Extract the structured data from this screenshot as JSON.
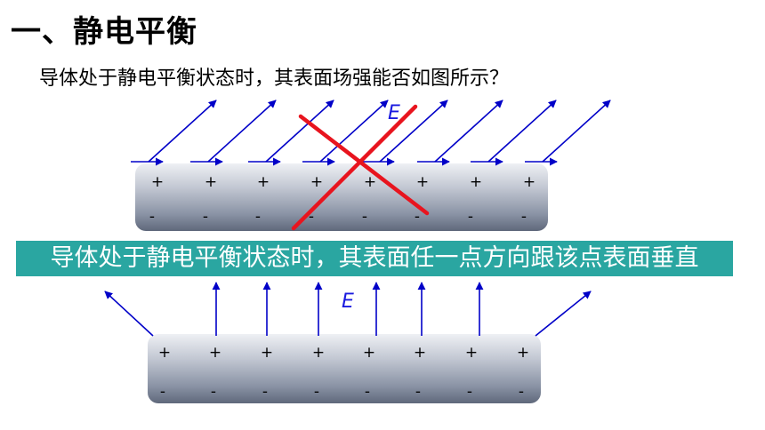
{
  "title": "一、静电平衡",
  "question": "导体处于静电平衡状态时，其表面场强能否如图所示？",
  "banner": "导体处于静电平衡状态时，其表面任一点方向跟该点表面垂直",
  "field_label": "E",
  "colors": {
    "field_lines": "#0000c8",
    "cross_mark": "#e8141e",
    "banner_bg": "#2aa6a1",
    "banner_text": "#ffffff"
  },
  "top_diagram": {
    "positive_charges": [
      "+",
      "+",
      "+",
      "+",
      "+",
      "+",
      "+",
      "+"
    ],
    "negative_charges": [
      "-",
      "-",
      "-",
      "-",
      "-",
      "-",
      "-",
      "-"
    ]
  },
  "bottom_diagram": {
    "positive_charges": [
      "+",
      "+",
      "+",
      "+",
      "+",
      "+",
      "+",
      "+"
    ],
    "negative_charges": [
      "-",
      "-",
      "-",
      "-",
      "-",
      "-",
      "-",
      "-"
    ]
  }
}
